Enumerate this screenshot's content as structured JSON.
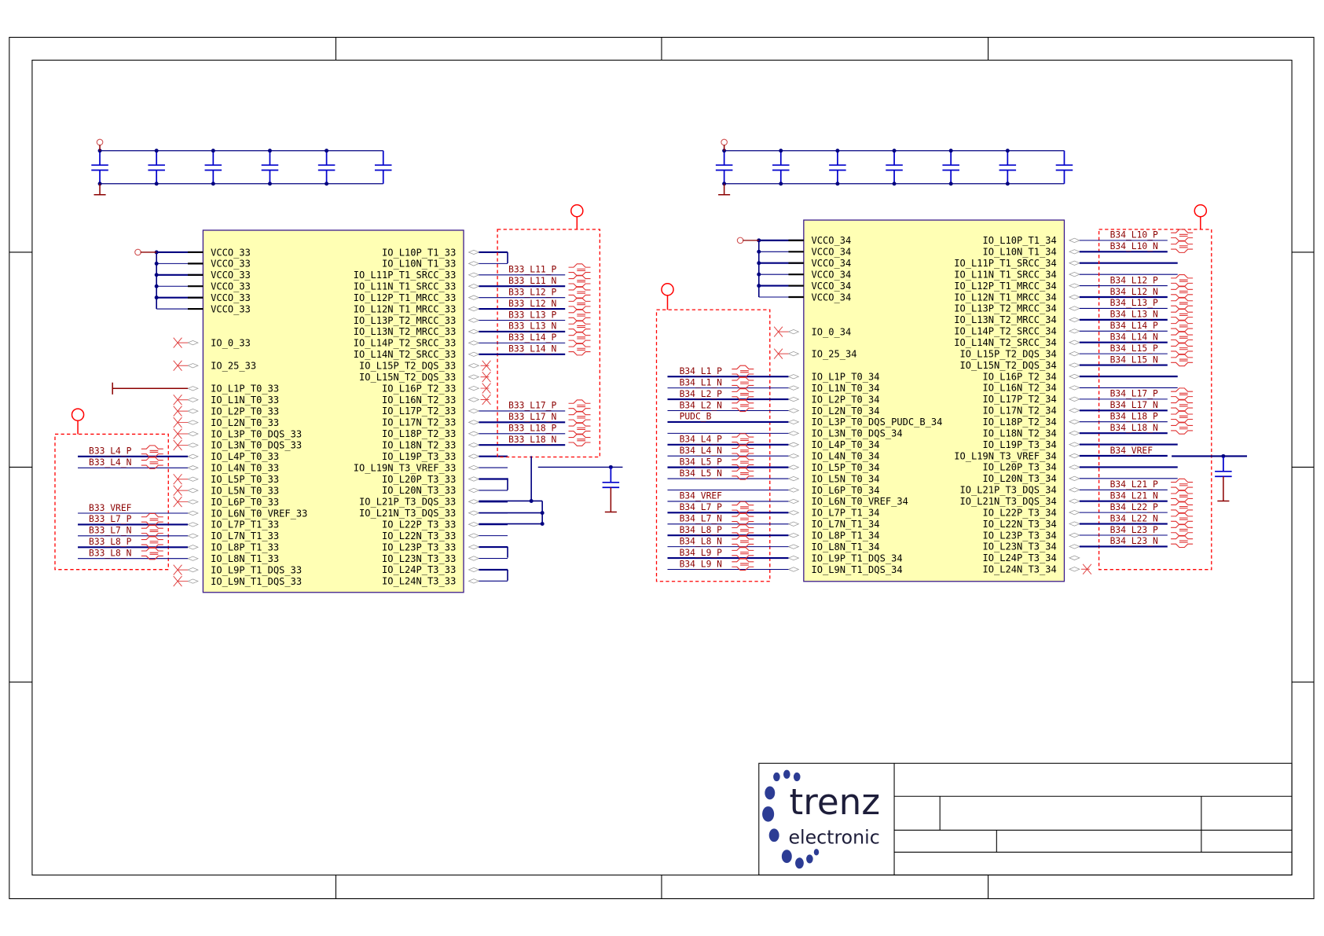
{
  "logo": {
    "line1": "trenz",
    "line2": "electronic"
  },
  "colors": {
    "chip_fill": "#ffffb4",
    "chip_stroke": "#3a1a8a",
    "wire": "#000080",
    "net_label": "#8b0000",
    "group_box": "#ff0000",
    "capacitor": "#0000cc",
    "power": "#8b0000"
  },
  "chip_bank33": {
    "left_pins": [
      "VCCO_33",
      "VCCO_33",
      "VCCO_33",
      "VCCO_33",
      "VCCO_33",
      "VCCO_33",
      "IO_0_33",
      "IO_25_33",
      "IO_L1P_T0_33",
      "IO_L1N_T0_33",
      "IO_L2P_T0_33",
      "IO_L2N_T0_33",
      "IO_L3P_T0_DQS_33",
      "IO_L3N_T0_DQS_33",
      "IO_L4P_T0_33",
      "IO_L4N_T0_33",
      "IO_L5P_T0_33",
      "IO_L5N_T0_33",
      "IO_L6P_T0_33",
      "IO_L6N_T0_VREF_33",
      "IO_L7P_T1_33",
      "IO_L7N_T1_33",
      "IO_L8P_T1_33",
      "IO_L8N_T1_33",
      "IO_L9P_T1_DQS_33",
      "IO_L9N_T1_DQS_33"
    ],
    "right_pins": [
      "IO_L10P_T1_33",
      "IO_L10N_T1_33",
      "IO_L11P_T1_SRCC_33",
      "IO_L11N_T1_SRCC_33",
      "IO_L12P_T1_MRCC_33",
      "IO_L12N_T1_MRCC_33",
      "IO_L13P_T2_MRCC_33",
      "IO_L13N_T2_MRCC_33",
      "IO_L14P_T2_SRCC_33",
      "IO_L14N_T2_SRCC_33",
      "IO_L15P_T2_DQS_33",
      "IO_L15N_T2_DQS_33",
      "IO_L16P_T2_33",
      "IO_L16N_T2_33",
      "IO_L17P_T2_33",
      "IO_L17N_T2_33",
      "IO_L18P_T2_33",
      "IO_L18N_T2_33",
      "IO_L19P_T3_33",
      "IO_L19N_T3_VREF_33",
      "IO_L20P_T3_33",
      "IO_L20N_T3_33",
      "IO_L21P_T3_DQS_33",
      "IO_L21N_T3_DQS_33",
      "IO_L22P_T3_33",
      "IO_L22N_T3_33",
      "IO_L23P_T3_33",
      "IO_L23N_T3_33",
      "IO_L24P_T3_33",
      "IO_L24N_T3_33"
    ],
    "left_nets": [
      {
        "pin": 14,
        "label": "B33_L4_P"
      },
      {
        "pin": 15,
        "label": "B33_L4_N"
      },
      {
        "pin": 19,
        "label": "B33_VREF"
      },
      {
        "pin": 20,
        "label": "B33_L7_P"
      },
      {
        "pin": 21,
        "label": "B33_L7_N"
      },
      {
        "pin": 22,
        "label": "B33_L8_P"
      },
      {
        "pin": 23,
        "label": "B33_L8_N"
      }
    ],
    "right_nets": [
      {
        "pin": 2,
        "label": "B33_L11_P"
      },
      {
        "pin": 3,
        "label": "B33_L11_N"
      },
      {
        "pin": 4,
        "label": "B33_L12_P"
      },
      {
        "pin": 5,
        "label": "B33_L12_N"
      },
      {
        "pin": 6,
        "label": "B33_L13_P"
      },
      {
        "pin": 7,
        "label": "B33_L13_N"
      },
      {
        "pin": 8,
        "label": "B33_L14_P"
      },
      {
        "pin": 9,
        "label": "B33_L14_N"
      },
      {
        "pin": 14,
        "label": "B33_L17_P"
      },
      {
        "pin": 15,
        "label": "B33_L17_N"
      },
      {
        "pin": 16,
        "label": "B33_L18_P"
      },
      {
        "pin": 17,
        "label": "B33_L18_N"
      }
    ]
  },
  "chip_bank34": {
    "left_pins": [
      "VCCO_34",
      "VCCO_34",
      "VCCO_34",
      "VCCO_34",
      "VCCO_34",
      "VCCO_34",
      "IO_0_34",
      "IO_25_34",
      "IO_L1P_T0_34",
      "IO_L1N_T0_34",
      "IO_L2P_T0_34",
      "IO_L2N_T0_34",
      "IO_L3P_T0_DQS_PUDC_B_34",
      "IO_L3N_T0_DQS_34",
      "IO_L4P_T0_34",
      "IO_L4N_T0_34",
      "IO_L5P_T0_34",
      "IO_L5N_T0_34",
      "IO_L6P_T0_34",
      "IO_L6N_T0_VREF_34",
      "IO_L7P_T1_34",
      "IO_L7N_T1_34",
      "IO_L8P_T1_34",
      "IO_L8N_T1_34",
      "IO_L9P_T1_DQS_34",
      "IO_L9N_T1_DQS_34"
    ],
    "right_pins": [
      "IO_L10P_T1_34",
      "IO_L10N_T1_34",
      "IO_L11P_T1_SRCC_34",
      "IO_L11N_T1_SRCC_34",
      "IO_L12P_T1_MRCC_34",
      "IO_L12N_T1_MRCC_34",
      "IO_L13P_T2_MRCC_34",
      "IO_L13N_T2_MRCC_34",
      "IO_L14P_T2_SRCC_34",
      "IO_L14N_T2_SRCC_34",
      "IO_L15P_T2_DQS_34",
      "IO_L15N_T2_DQS_34",
      "IO_L16P_T2_34",
      "IO_L16N_T2_34",
      "IO_L17P_T2_34",
      "IO_L17N_T2_34",
      "IO_L18P_T2_34",
      "IO_L18N_T2_34",
      "IO_L19P_T3_34",
      "IO_L19N_T3_VREF_34",
      "IO_L20P_T3_34",
      "IO_L20N_T3_34",
      "IO_L21P_T3_DQS_34",
      "IO_L21N_T3_DQS_34",
      "IO_L22P_T3_34",
      "IO_L22N_T3_34",
      "IO_L23P_T3_34",
      "IO_L23N_T3_34",
      "IO_L24P_T3_34",
      "IO_L24N_T3_34"
    ],
    "left_nets": [
      {
        "pin": 8,
        "label": "B34_L1_P"
      },
      {
        "pin": 9,
        "label": "B34_L1_N"
      },
      {
        "pin": 10,
        "label": "B34_L2_P"
      },
      {
        "pin": 11,
        "label": "B34_L2_N"
      },
      {
        "pin": 12,
        "label": "PUDC_B"
      },
      {
        "pin": 14,
        "label": "B34_L4_P"
      },
      {
        "pin": 15,
        "label": "B34_L4_N"
      },
      {
        "pin": 16,
        "label": "B34_L5_P"
      },
      {
        "pin": 17,
        "label": "B34_L5_N"
      },
      {
        "pin": 19,
        "label": "B34_VREF"
      },
      {
        "pin": 20,
        "label": "B34_L7_P"
      },
      {
        "pin": 21,
        "label": "B34_L7_N"
      },
      {
        "pin": 22,
        "label": "B34_L8_P"
      },
      {
        "pin": 23,
        "label": "B34_L8_N"
      },
      {
        "pin": 24,
        "label": "B34_L9_P"
      },
      {
        "pin": 25,
        "label": "B34_L9_N"
      }
    ],
    "right_nets": [
      {
        "pin": 0,
        "label": "B34_L10_P"
      },
      {
        "pin": 1,
        "label": "B34_L10_N"
      },
      {
        "pin": 4,
        "label": "B34_L12_P"
      },
      {
        "pin": 5,
        "label": "B34_L12_N"
      },
      {
        "pin": 6,
        "label": "B34_L13_P"
      },
      {
        "pin": 7,
        "label": "B34_L13_N"
      },
      {
        "pin": 8,
        "label": "B34_L14_P"
      },
      {
        "pin": 9,
        "label": "B34_L14_N"
      },
      {
        "pin": 10,
        "label": "B34_L15_P"
      },
      {
        "pin": 11,
        "label": "B34_L15_N"
      },
      {
        "pin": 14,
        "label": "B34_L17_P"
      },
      {
        "pin": 15,
        "label": "B34_L17_N"
      },
      {
        "pin": 16,
        "label": "B34_L18_P"
      },
      {
        "pin": 17,
        "label": "B34_L18_N"
      },
      {
        "pin": 19,
        "label": "B34_VREF"
      },
      {
        "pin": 22,
        "label": "B34_L21_P"
      },
      {
        "pin": 23,
        "label": "B34_L21_N"
      },
      {
        "pin": 24,
        "label": "B34_L22_P"
      },
      {
        "pin": 25,
        "label": "B34_L22_N"
      },
      {
        "pin": 26,
        "label": "B34_L23_P"
      },
      {
        "pin": 27,
        "label": "B34_L23_N"
      }
    ]
  }
}
